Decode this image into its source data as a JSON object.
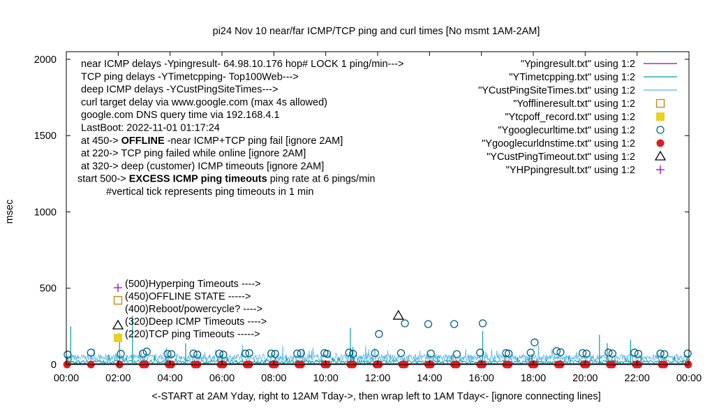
{
  "chart_data": {
    "type": "line",
    "title": "pi24 Nov 10  near/far ICMP/TCP ping and curl times [No msmt 1AM-2AM]",
    "xlabel": "<-START at 2AM Yday, right to 12AM Tday->, then wrap left to 1AM Tday<- [ignore connecting lines]",
    "ylabel": "msec",
    "xlim": [
      0,
      24
    ],
    "ylim": [
      0,
      2050
    ],
    "x_ticks": [
      "00:00",
      "02:00",
      "04:00",
      "06:00",
      "08:00",
      "10:00",
      "12:00",
      "14:00",
      "16:00",
      "18:00",
      "20:00",
      "22:00",
      "00:00"
    ],
    "y_ticks": [
      "0",
      "500",
      "1000",
      "1500",
      "2000"
    ],
    "grid": false,
    "legend_position": "top-right",
    "annotations": [
      {
        "parts": [
          {
            "t": "near ICMP delays -Ypingresult- 64.98.10.176 hop# LOCK 1 ping/min--->"
          }
        ]
      },
      {
        "parts": [
          {
            "t": "TCP ping delays -YTimetcpping- Top100Web--->"
          }
        ]
      },
      {
        "parts": [
          {
            "t": "deep ICMP delays -YCustPingSiteTimes--->"
          }
        ]
      },
      {
        "parts": [
          {
            "t": "curl target delay via www.google.com (max 4s allowed)"
          }
        ]
      },
      {
        "parts": [
          {
            "t": "google.com DNS query time via 192.168.4.1"
          }
        ]
      },
      {
        "parts": [
          {
            "t": "LastBoot: 2022-11-01 01:17:24"
          }
        ]
      },
      {
        "parts": [
          {
            "t": "at 450-> "
          },
          {
            "t": "OFFLINE",
            "b": true
          },
          {
            "t": " -near ICMP+TCP ping fail [ignore 2AM]"
          }
        ]
      },
      {
        "parts": [
          {
            "t": "at 220-> TCP ping failed while online [ignore 2AM]"
          }
        ]
      },
      {
        "parts": [
          {
            "t": "at 320-> deep (customer) ICMP timeouts [ignore 2AM]"
          }
        ]
      },
      {
        "parts": [
          {
            "t": "start 500-> "
          },
          {
            "t": "EXCESS ICMP ping timeouts",
            "b": true
          },
          {
            "t": "  ping rate at 6 pings/min"
          }
        ]
      },
      {
        "parts": [
          {
            "t": "#vertical tick represents ping timeouts in 1 min"
          }
        ]
      }
    ],
    "marker_key": [
      {
        "label": "(500)Hyperping Timeouts ---->",
        "marker": "plus",
        "color": "#9400d3"
      },
      {
        "label": "(450)OFFLINE STATE ----->",
        "marker": "open-square",
        "color": "#d08000"
      },
      {
        "label": "(400)Reboot/powercycle? ---->",
        "marker": "none",
        "color": "#000000"
      },
      {
        "label": "(320)Deep ICMP Timeouts ---->",
        "marker": "open-triangle",
        "color": "#000000"
      },
      {
        "label": "(220)TCP ping Timeouts ----->",
        "marker": "filled-square",
        "color": "#e8d020"
      }
    ],
    "series": [
      {
        "name": "\"Ypingresult.txt\" using 1:2",
        "marker": "line",
        "color": "#9400d3"
      },
      {
        "name": "\"YTimetcpping.txt\" using 1:2",
        "marker": "line",
        "color": "#009e9e",
        "spikes": [
          [
            0.17,
            250
          ],
          [
            2.05,
            205
          ],
          [
            2.55,
            320
          ],
          [
            4.6,
            140
          ],
          [
            10.95,
            240
          ],
          [
            11.05,
            115
          ],
          [
            16.05,
            220
          ],
          [
            20.55,
            195
          ],
          [
            20.85,
            140
          ],
          [
            21.75,
            160
          ]
        ]
      },
      {
        "name": "\"YCustPingSiteTimes.txt\" using 1:2",
        "marker": "line",
        "color": "#56b4e9"
      },
      {
        "name": "\"Yofflineresult.txt\" using 1:2",
        "marker": "open-square",
        "color": "#d08000",
        "points": []
      },
      {
        "name": "\"Ytcpoff_record.txt\" using 1:2",
        "marker": "filled-square",
        "color": "#e8d020",
        "points": []
      },
      {
        "name": "\"Ygooglecurltime.txt\" using 1:2",
        "marker": "open-circle",
        "color": "#006080",
        "points": [
          [
            0.05,
            65
          ],
          [
            0.95,
            78
          ],
          [
            2.1,
            70
          ],
          [
            2.95,
            72
          ],
          [
            3.1,
            85
          ],
          [
            3.9,
            70
          ],
          [
            4.05,
            68
          ],
          [
            4.9,
            72
          ],
          [
            5.05,
            65
          ],
          [
            5.9,
            72
          ],
          [
            6.05,
            65
          ],
          [
            6.9,
            72
          ],
          [
            7.05,
            75
          ],
          [
            7.9,
            72
          ],
          [
            8.05,
            70
          ],
          [
            8.9,
            72
          ],
          [
            9.05,
            75
          ],
          [
            9.95,
            75
          ],
          [
            10.05,
            70
          ],
          [
            10.9,
            78
          ],
          [
            11.05,
            70
          ],
          [
            11.9,
            75
          ],
          [
            12.05,
            200
          ],
          [
            12.9,
            75
          ],
          [
            13.05,
            270
          ],
          [
            13.95,
            265
          ],
          [
            14.05,
            72
          ],
          [
            14.95,
            265
          ],
          [
            15.05,
            68
          ],
          [
            15.95,
            78
          ],
          [
            16.05,
            270
          ],
          [
            16.95,
            75
          ],
          [
            17.05,
            72
          ],
          [
            17.9,
            78
          ],
          [
            18.05,
            145
          ],
          [
            18.9,
            88
          ],
          [
            19.05,
            80
          ],
          [
            19.9,
            75
          ],
          [
            20.05,
            72
          ],
          [
            20.9,
            78
          ],
          [
            21.05,
            72
          ],
          [
            21.9,
            78
          ],
          [
            22.05,
            70
          ],
          [
            22.9,
            72
          ],
          [
            23.05,
            68
          ],
          [
            23.95,
            72
          ]
        ]
      },
      {
        "name": "\"Ygooglecurldnstime.txt\" using 1:2",
        "marker": "filled-circle",
        "color": "#e41a1c",
        "points": [
          [
            0.03,
            0
          ],
          [
            0.95,
            0
          ],
          [
            2.05,
            0
          ],
          [
            2.95,
            0
          ],
          [
            3.05,
            0
          ],
          [
            3.95,
            0
          ],
          [
            4.05,
            0
          ],
          [
            4.95,
            0
          ],
          [
            5.05,
            0
          ],
          [
            5.95,
            0
          ],
          [
            6.05,
            0
          ],
          [
            6.95,
            0
          ],
          [
            7.05,
            0
          ],
          [
            7.95,
            0
          ],
          [
            8.05,
            0
          ],
          [
            8.95,
            0
          ],
          [
            9.05,
            0
          ],
          [
            9.95,
            0
          ],
          [
            10.05,
            0
          ],
          [
            10.95,
            0
          ],
          [
            11.05,
            0
          ],
          [
            11.95,
            0
          ],
          [
            12.05,
            0
          ],
          [
            12.95,
            0
          ],
          [
            13.05,
            0
          ],
          [
            13.95,
            0
          ],
          [
            14.05,
            0
          ],
          [
            14.95,
            0
          ],
          [
            15.05,
            0
          ],
          [
            15.95,
            0
          ],
          [
            16.05,
            0
          ],
          [
            16.95,
            0
          ],
          [
            17.05,
            0
          ],
          [
            17.95,
            0
          ],
          [
            18.05,
            0
          ],
          [
            18.95,
            0
          ],
          [
            19.05,
            0
          ],
          [
            19.95,
            0
          ],
          [
            20.05,
            0
          ],
          [
            20.95,
            0
          ],
          [
            21.05,
            0
          ],
          [
            21.95,
            0
          ],
          [
            22.05,
            0
          ],
          [
            22.95,
            0
          ],
          [
            23.05,
            0
          ],
          [
            23.97,
            0
          ]
        ]
      },
      {
        "name": "\"YCustPingTimeout.txt\" using 1:2",
        "marker": "open-triangle",
        "color": "#000000",
        "points": [
          [
            12.8,
            320
          ]
        ]
      },
      {
        "name": "\"YHPpingresult.txt\" using 1:2",
        "marker": "plus",
        "color": "#9400d3",
        "points": []
      }
    ]
  }
}
